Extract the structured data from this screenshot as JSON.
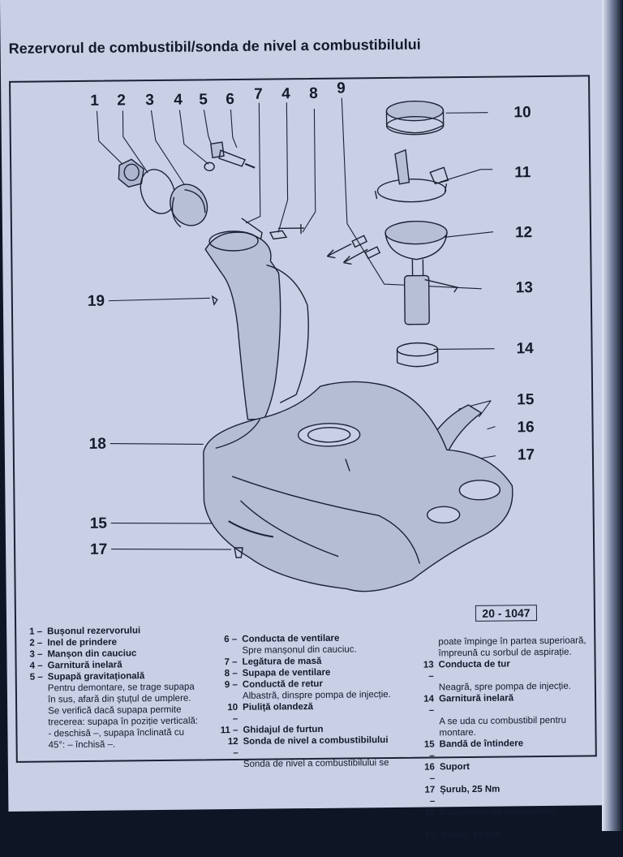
{
  "page": {
    "title": "Rezervorul de combustibil/sonda de nivel a combustibilului",
    "figure_ref": "20 - 1047"
  },
  "callouts": {
    "c1": "1",
    "c2": "2",
    "c3": "3",
    "c4a": "4",
    "c5": "5",
    "c6": "6",
    "c7": "7",
    "c4b": "4",
    "c8": "8",
    "c9": "9",
    "c10": "10",
    "c11": "11",
    "c12": "12",
    "c13": "13",
    "c14": "14",
    "c15a": "15",
    "c16": "16",
    "c17a": "17",
    "c19": "19",
    "c18": "18",
    "c15b": "15",
    "c17b": "17"
  },
  "legend": {
    "col1": [
      {
        "num": "1 –",
        "name": "Bușonul rezervorului"
      },
      {
        "num": "2 –",
        "name": "Inel de prindere"
      },
      {
        "num": "3 –",
        "name": "Manșon din cauciuc"
      },
      {
        "num": "4 –",
        "name": "Garnitură inelară"
      },
      {
        "num": "5 –",
        "name": "Supapă gravitațională"
      }
    ],
    "col1_desc": [
      "Pentru demontare, se trage supapa",
      "în sus, afară din ștuțul de umplere.",
      "Se verifică dacă supapa permite",
      "trecerea: supapa în poziție verticală:",
      "- deschisă –, supapa înclinată cu",
      "45°: – închisă –."
    ],
    "col2": [
      {
        "num": "6 –",
        "name": "Conducta de ventilare",
        "desc": "Spre manșonul din cauciuc."
      },
      {
        "num": "7 –",
        "name": "Legătura de masă",
        "desc": ""
      },
      {
        "num": "8 –",
        "name": "Supapa de ventilare",
        "desc": ""
      },
      {
        "num": "9 –",
        "name": "Conductă de retur",
        "desc": "Albastră, dinspre pompa de injecție."
      },
      {
        "num": "10 –",
        "name": "Piuliță olandeză",
        "desc": ""
      },
      {
        "num": "11 –",
        "name": "Ghidajul de furtun",
        "desc": ""
      },
      {
        "num": "12 –",
        "name": "Sonda de nivel a combustibilului",
        "desc": "Sonda de nivel a combustibilului se"
      }
    ],
    "col3_intro": [
      "poate împinge în partea superioară,",
      "împreună cu sorbul de aspirație."
    ],
    "col3": [
      {
        "num": "13 –",
        "name": "Conducta de tur",
        "desc": "Neagră, spre pompa de injecție."
      },
      {
        "num": "14 –",
        "name": "Garnitură inelară",
        "desc": "A se uda cu combustibil pentru montare."
      },
      {
        "num": "15 –",
        "name": "Bandă de întindere",
        "desc": ""
      },
      {
        "num": "16 –",
        "name": "Suport",
        "desc": ""
      },
      {
        "num": "17 –",
        "name": "Șurub, 25 Nm",
        "desc": ""
      },
      {
        "num": "18 –",
        "name": "Rezervorul de combustibil",
        "desc": ""
      },
      {
        "num": "19 –",
        "name": "Șurub, 10 Nm",
        "desc": ""
      }
    ]
  }
}
